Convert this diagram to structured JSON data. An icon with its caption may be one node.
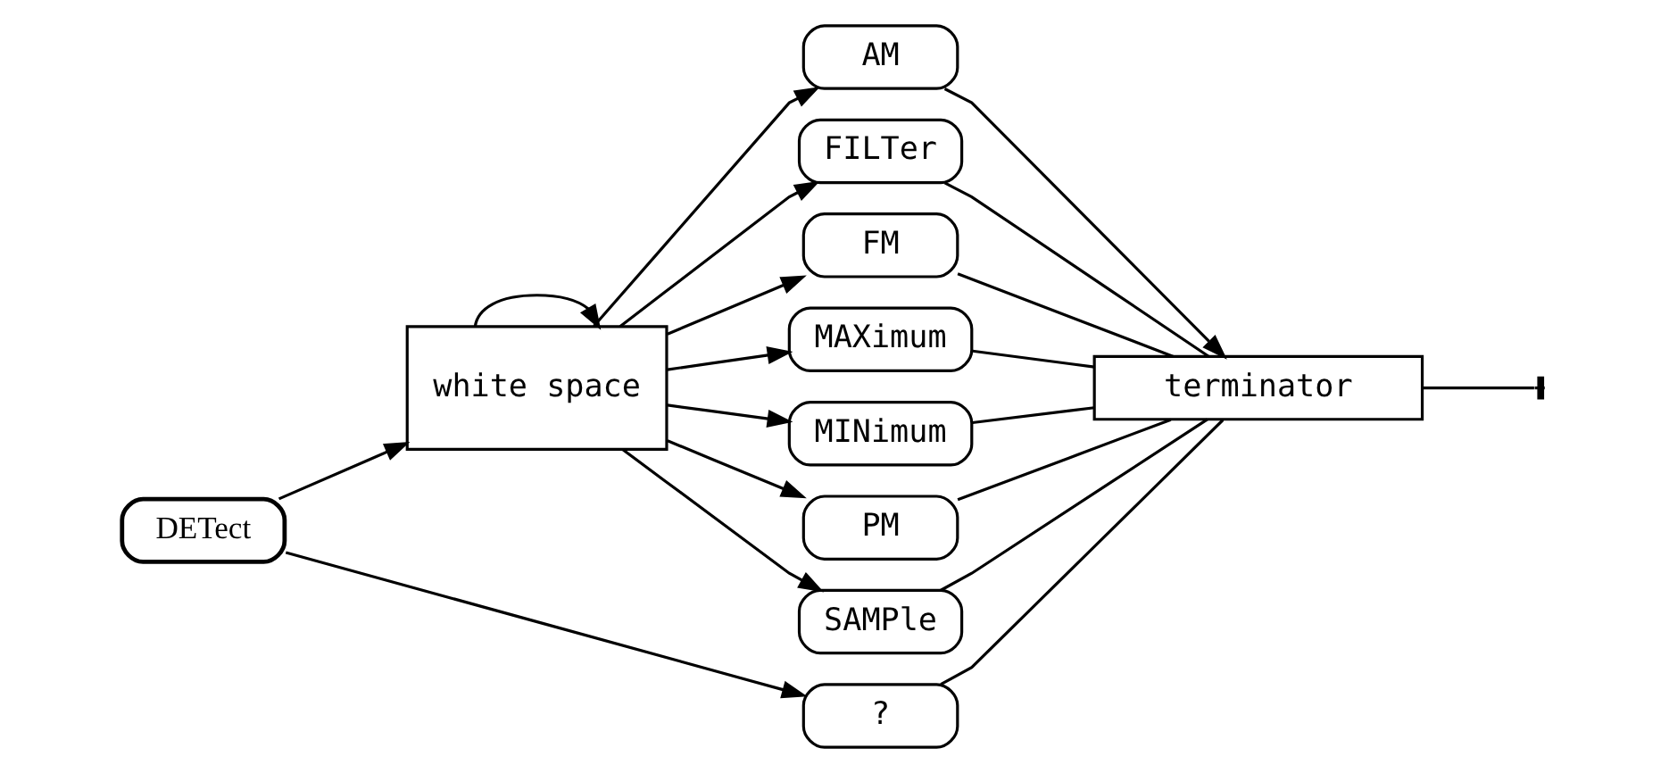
{
  "diagram": {
    "nodes": [
      {
        "text": [
          "DETect"
        ]
      },
      {
        "text": [
          "white space"
        ]
      },
      {
        "text": [
          "AM"
        ]
      },
      {
        "text": [
          "FILTer"
        ]
      },
      {
        "text": [
          "FM"
        ]
      },
      {
        "text": [
          "MAXimum"
        ]
      },
      {
        "text": [
          "MINimum"
        ]
      },
      {
        "text": [
          "PM"
        ]
      },
      {
        "text": [
          "SAMPle"
        ]
      },
      {
        "text": [
          "?"
        ]
      },
      {
        "text": [
          "terminator"
        ]
      }
    ],
    "edges": [
      {
        "from": 0,
        "to": 1,
        "arrow": "to"
      },
      {
        "from": 1,
        "to": 1,
        "arrow": "to"
      },
      {
        "from": 1,
        "to": 2,
        "arrow": "to"
      },
      {
        "from": 1,
        "to": 3,
        "arrow": "to"
      },
      {
        "from": 1,
        "to": 4,
        "arrow": "to"
      },
      {
        "from": 1,
        "to": 5,
        "arrow": "to"
      },
      {
        "from": 1,
        "to": 6,
        "arrow": "to"
      },
      {
        "from": 1,
        "to": 7,
        "arrow": "to"
      },
      {
        "from": 1,
        "to": 8,
        "arrow": "to"
      },
      {
        "from": 0,
        "to": 9,
        "arrow": "to"
      },
      {
        "from": 2,
        "to": 10,
        "arrow": "to"
      },
      {
        "from": 3,
        "to": 10,
        "arrow": "none"
      },
      {
        "from": 4,
        "to": 10,
        "arrow": "none"
      },
      {
        "from": 5,
        "to": 10,
        "arrow": "none"
      },
      {
        "from": 6,
        "to": 10,
        "arrow": "none"
      },
      {
        "from": 7,
        "to": 10,
        "arrow": "none"
      },
      {
        "from": 8,
        "to": 10,
        "arrow": "none"
      },
      {
        "from": 9,
        "to": 10,
        "arrow": "none"
      },
      {
        "from": 10,
        "to": null,
        "arrow": "other"
      }
    ]
  }
}
